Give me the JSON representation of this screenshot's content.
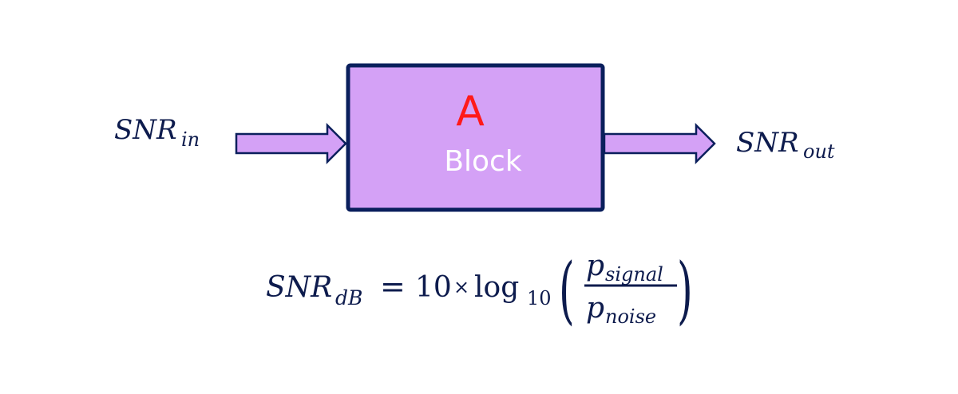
{
  "diagram": {
    "block": {
      "letter": "A",
      "label": "Block"
    },
    "input": {
      "main": "SNR",
      "sub": "in"
    },
    "output": {
      "main": "SNR",
      "sub": "out"
    },
    "equation": {
      "lhs_main": "SNR",
      "lhs_sub": "dB",
      "equals": "=",
      "coef": "10",
      "times": "×",
      "log": "log",
      "log_base": "10",
      "num_main": "p",
      "num_sub": "signal",
      "den_main": "p",
      "den_sub": "noise",
      "lparen": "(",
      "rparen": ")"
    },
    "colors": {
      "block_fill": "#d4a1f6",
      "stroke": "#0a1f5c",
      "letter": "#ff1a1a",
      "label": "#ffffff",
      "text": "#0d1b4d"
    }
  }
}
